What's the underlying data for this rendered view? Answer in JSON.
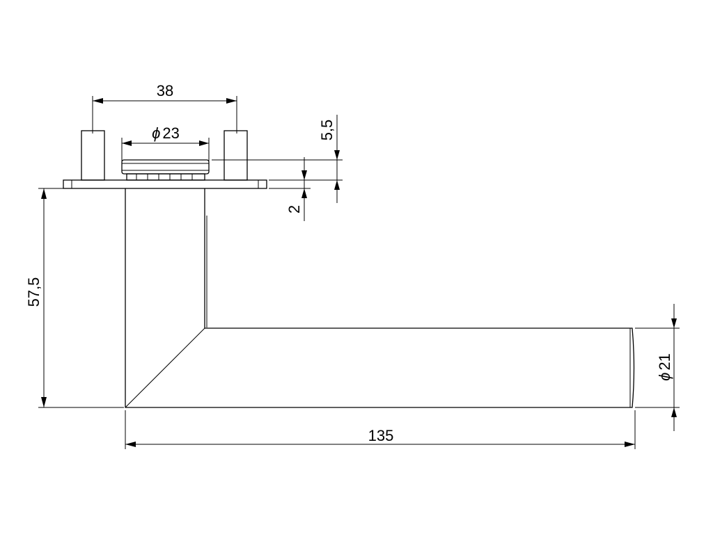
{
  "dimensions": {
    "rose_spacing": "38",
    "rose_diameter": "23",
    "rose_height": "5,5",
    "plate_thickness": "2",
    "lever_height": "57,5",
    "grip_diameter": "21",
    "lever_length": "135"
  },
  "diameter_symbol": "ϕ",
  "colors": {
    "line": "#000000",
    "background": "#ffffff"
  }
}
